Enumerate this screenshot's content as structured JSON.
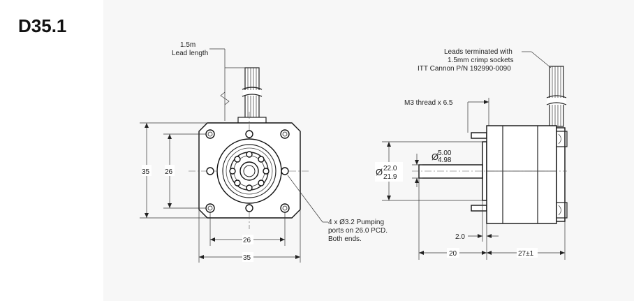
{
  "title": "D35.1",
  "front_view": {
    "lead_length_line1": "1.5m",
    "lead_length_line2": "Lead length",
    "dim_height_outer": "35",
    "dim_height_inner": "26",
    "dim_width_inner": "26",
    "dim_width_outer": "35",
    "ports_line1": "4 x Ø3.2 Pumping",
    "ports_line2": "ports on 26.0 PCD.",
    "ports_line3": "Both ends."
  },
  "side_view": {
    "leads_line1": "Leads terminated with",
    "leads_line2": "1.5mm crimp sockets",
    "leads_line3": "ITT Cannon P/N 192990-0090",
    "thread_label": "M3 thread x 6.5",
    "shaft_dia_sym": "Ø",
    "shaft_dia_upper": "5.00",
    "shaft_dia_lower": "4.98",
    "boss_dia_sym": "Ø",
    "boss_dia_upper": "22.0",
    "boss_dia_lower": "21.9",
    "dim_flange": "2.0",
    "dim_shaft_length": "20",
    "dim_body_length": "27±1"
  }
}
